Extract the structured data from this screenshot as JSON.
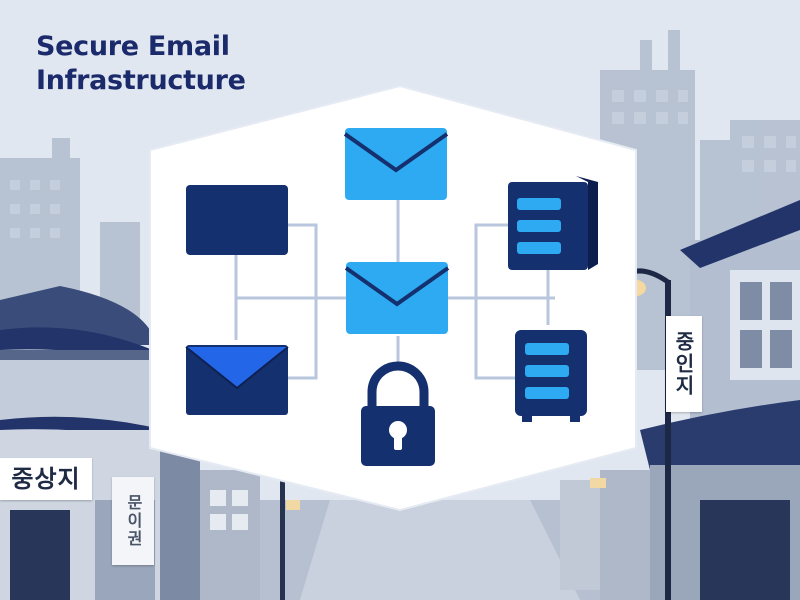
{
  "title": {
    "line1": "Secure Email",
    "line2": "Infrastructure"
  },
  "signs": {
    "left": "중상지",
    "left_vertical": "문이권",
    "right": "중인지"
  },
  "nodes": [
    {
      "name": "email-icon-top",
      "icon": "envelope-icon"
    },
    {
      "name": "email-icon-center",
      "icon": "envelope-icon"
    },
    {
      "name": "email-icon-left",
      "icon": "envelope-icon"
    },
    {
      "name": "folder-box",
      "icon": "box-icon"
    },
    {
      "name": "lock",
      "icon": "padlock-icon"
    },
    {
      "name": "server-top",
      "icon": "server-icon"
    },
    {
      "name": "server-bottom",
      "icon": "server-icon"
    }
  ],
  "colors": {
    "navy": "#14306e",
    "blue": "#2466e8",
    "sky": "#2eaaf2",
    "connector": "#b8c6de",
    "panel": "#ffffff",
    "background": "#dfe5ef"
  }
}
